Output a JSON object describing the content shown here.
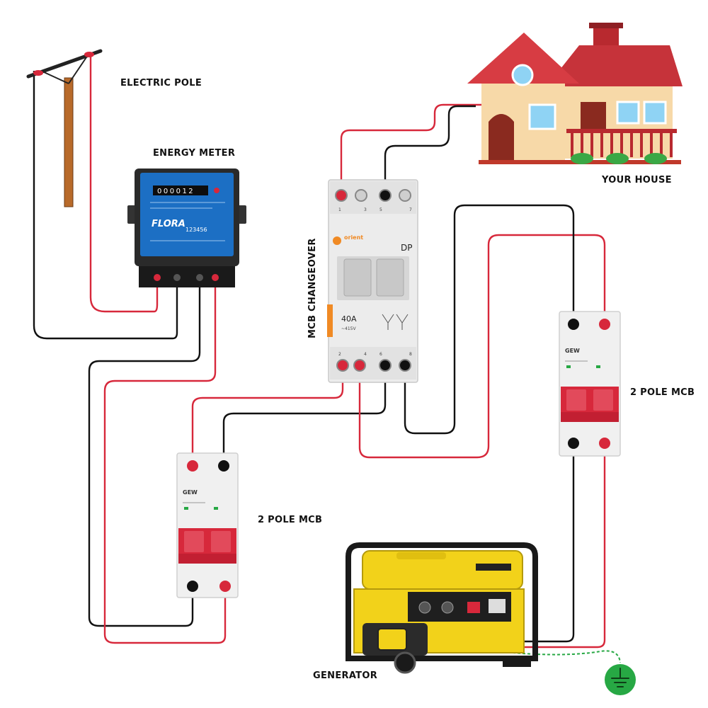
{
  "labels": {
    "electric_pole": "ELECTRIC POLE",
    "energy_meter": "ENERGY METER",
    "your_house": "YOUR HOUSE",
    "mcb_changeover": "MCB CHANGEOVER",
    "mcb_right": "2 POLE MCB",
    "mcb_left": "2 POLE MCB",
    "generator": "GENERATOR"
  },
  "meter": {
    "brand": "FLORA",
    "model": "123456",
    "reading": "000012"
  },
  "changeover": {
    "brand": "orient",
    "type": "DP",
    "rating": "40A",
    "voltage": "~415V",
    "top_terminals": [
      "1",
      "3",
      "5",
      "7"
    ],
    "bottom_terminals": [
      "2",
      "4",
      "6",
      "8"
    ]
  },
  "mcb": {
    "brand": "GEW"
  },
  "colors": {
    "live_wire": "#d7283b",
    "neutral_wire": "#111111",
    "generator_body": "#f2d21a",
    "earth": "#27a844",
    "meter_body": "#1c6fc4",
    "roof": "#c6333a"
  }
}
